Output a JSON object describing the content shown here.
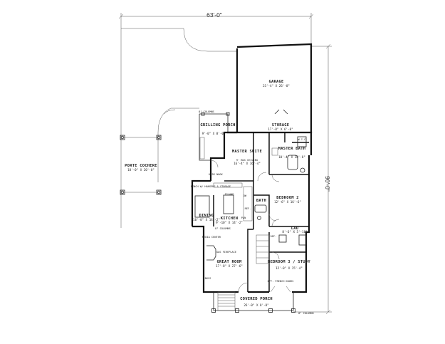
{
  "dimensions": {
    "overall_width": "63'-0\"",
    "overall_depth": "90'-0\""
  },
  "rooms": [
    {
      "id": "garage",
      "name": "GARAGE",
      "size": "23'-4\" X 26'-0\""
    },
    {
      "id": "storage",
      "name": "STORAGE",
      "size": "17'-8\" X 6'-0\""
    },
    {
      "id": "grilling",
      "name": "GRILLING PORCH",
      "size": "9'-0\" X 8'-0\""
    },
    {
      "id": "master",
      "name": "MASTER SUITE",
      "note": "9' BOX CEILING",
      "size": "16'-4\" X 16'-4\""
    },
    {
      "id": "masterbath",
      "name": "MASTER BATH",
      "size": "10'-4\" X 10'-8\""
    },
    {
      "id": "cochere",
      "name": "PORTE COCHERE",
      "size": "18'-0\" X 20'-0\""
    },
    {
      "id": "dining",
      "name": "DINING",
      "size": "10'-0\" X 14'-2\""
    },
    {
      "id": "kitchen",
      "name": "KITCHEN",
      "size": "9'-10\" X 14'-2\""
    },
    {
      "id": "bath",
      "name": "BATH"
    },
    {
      "id": "bedroom2",
      "name": "BEDROOM 2",
      "size": "12'-6\" X 16'-6\""
    },
    {
      "id": "lau",
      "name": "LAU",
      "size": "8'-6\" X 5'-10\""
    },
    {
      "id": "greatroom",
      "name": "GREAT ROOM",
      "size": "17'-8\" X 27'-6\""
    },
    {
      "id": "bedroom3",
      "name": "BEDROOM 3 / STUDY",
      "size": "12'-0\" X 15'-4\""
    },
    {
      "id": "porch",
      "name": "COVERED PORCH",
      "size": "26'-0\" X 8'-0\""
    }
  ],
  "notes": {
    "column_top": "8\" COLUMNS",
    "column_mid": "8\" COLUMNS",
    "column_bottom": "8\" COLUMNS",
    "kids_nook": "KIDS NOOK",
    "bench": "BENCH W/ HANGERS & STORAGE",
    "island": "ISLAND",
    "media": "MEDIA CENTER",
    "fireplace": "GAS FIREPLACE",
    "ref": "REF.",
    "pan": "PAN",
    "dw": "DW",
    "wic": "W.I.C.",
    "bookcase": "BKCS",
    "french_doors": "OPT. FRENCH DOORS",
    "ref2": "REF."
  }
}
